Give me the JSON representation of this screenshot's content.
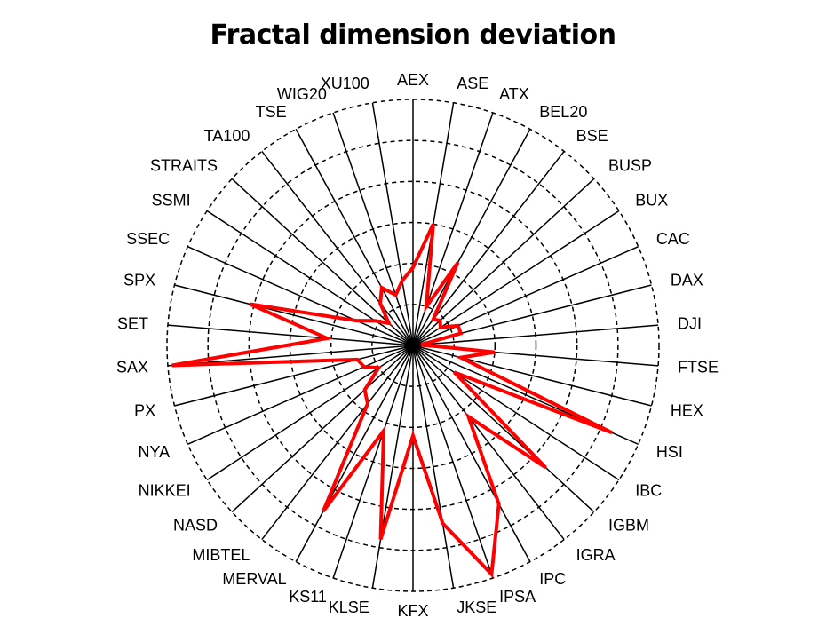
{
  "chart_data": {
    "type": "radar",
    "title": "Fractal dimension deviation",
    "series_color": "#ff0000",
    "rings": 6,
    "max": 6,
    "categories": [
      "AEX",
      "ASE",
      "ATX",
      "BEL20",
      "BSE",
      "BUSP",
      "BUX",
      "CAC",
      "DAX",
      "DJI",
      "FTSE",
      "HEX",
      "HSI",
      "IBC",
      "IGBM",
      "IGRA",
      "IPC",
      "IPSA",
      "JKSE",
      "KFX",
      "KLSE",
      "KS11",
      "MERVAL",
      "MIBTEL",
      "NASD",
      "NIKKEI",
      "NYA",
      "PX",
      "SAX",
      "SET",
      "SPX",
      "SSEC",
      "SSMI",
      "STRAITS",
      "TA100",
      "TSE",
      "WIG20",
      "XU100"
    ],
    "values": [
      1.9,
      3.0,
      1.0,
      2.3,
      0.8,
      0.9,
      0.8,
      1.2,
      1.2,
      0.2,
      2.0,
      1.2,
      5.3,
      1.2,
      4.4,
      2.2,
      4.4,
      5.9,
      4.4,
      2.2,
      4.8,
      2.2,
      4.6,
      1.8,
      1.6,
      1.0,
      1.3,
      1.4,
      5.9,
      2.1,
      4.1,
      1.5,
      1.1,
      0.8,
      1.3,
      1.6,
      1.3,
      1.6
    ]
  }
}
